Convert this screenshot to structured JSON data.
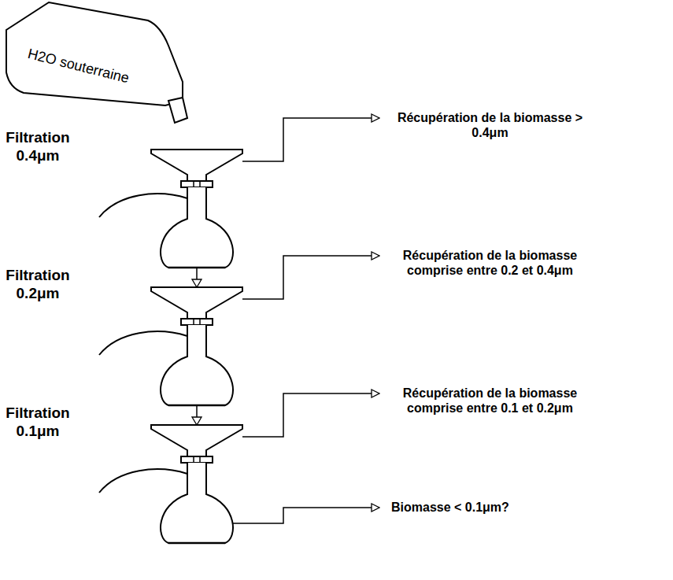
{
  "diagram": {
    "nodes": [
      {
        "text": [
          "H2O souterraine"
        ]
      }
    ],
    "edges": [],
    "labels": [
      "Récupération de la biomasse > 0.4μm",
      "Filtration 0.4μm",
      "Récupération de la biomasse comprise entre 0.2 et 0.4μm",
      "Filtration 0.2μm",
      "Récupération de la biomasse comprise entre 0.1 et 0.2μm",
      "Filtration 0.1μm",
      "Biomasse < 0.1μm?"
    ]
  }
}
